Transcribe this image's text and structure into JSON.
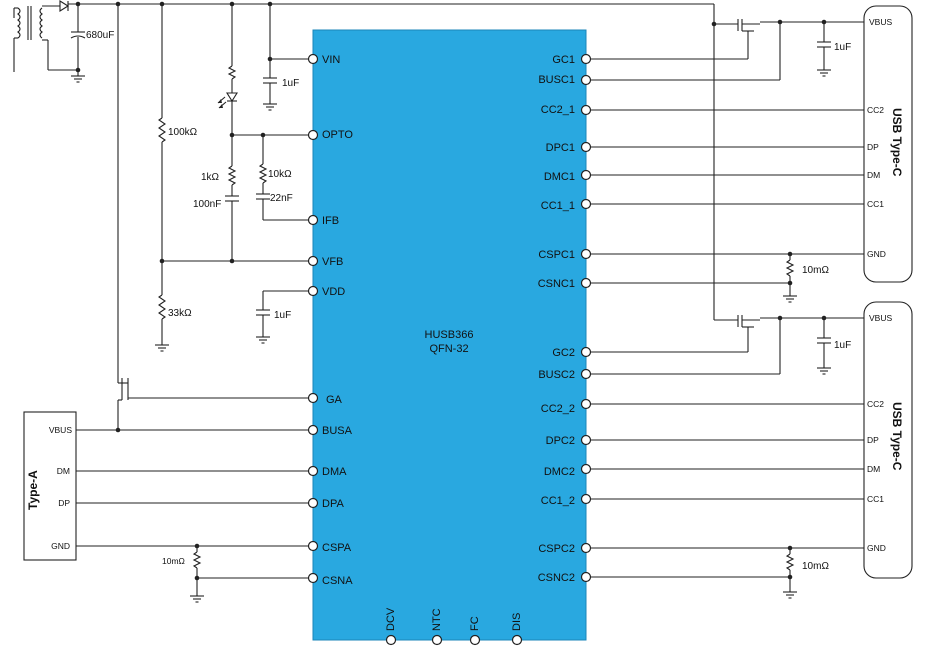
{
  "chip": {
    "name": "HUSB366",
    "package": "QFN-32",
    "color": "#29a8e0",
    "left_pins": [
      "VIN",
      "OPTO",
      "IFB",
      "VFB",
      "VDD",
      "GA",
      "BUSA",
      "DMA",
      "DPA",
      "CSPA",
      "CSNA"
    ],
    "right_pins": [
      "GC1",
      "BUSC1",
      "CC2_1",
      "DPC1",
      "DMC1",
      "CC1_1",
      "CSPC1",
      "CSNC1",
      "GC2",
      "BUSC2",
      "CC2_2",
      "DPC2",
      "DMC2",
      "CC1_2",
      "CSPC2",
      "CSNC2"
    ],
    "bottom_pins": [
      "DCV",
      "NTC",
      "FC",
      "DIS"
    ]
  },
  "components": {
    "bulk_cap": "680uF",
    "vin_cap": "1uF",
    "r_top": "100kΩ",
    "r_bottom": "33kΩ",
    "r_opto_1k": "1kΩ",
    "c_opto_100n": "100nF",
    "r_ifb_10k": "10kΩ",
    "c_ifb_22n": "22nF",
    "vdd_cap": "1uF",
    "c1_cap": "1uF",
    "c2_cap": "1uF",
    "rsense_c1": "10mΩ",
    "rsense_c2": "10mΩ",
    "rsense_a": "10mΩ"
  },
  "type_c_1": {
    "title": "USB Type-C",
    "pins": [
      "VBUS",
      "CC2",
      "DP",
      "DM",
      "CC1",
      "GND"
    ]
  },
  "type_c_2": {
    "title": "USB Type-C",
    "pins": [
      "VBUS",
      "CC2",
      "DP",
      "DM",
      "CC1",
      "GND"
    ]
  },
  "type_a": {
    "title": "Type-A",
    "pins": [
      "VBUS",
      "DM",
      "DP",
      "GND"
    ]
  }
}
